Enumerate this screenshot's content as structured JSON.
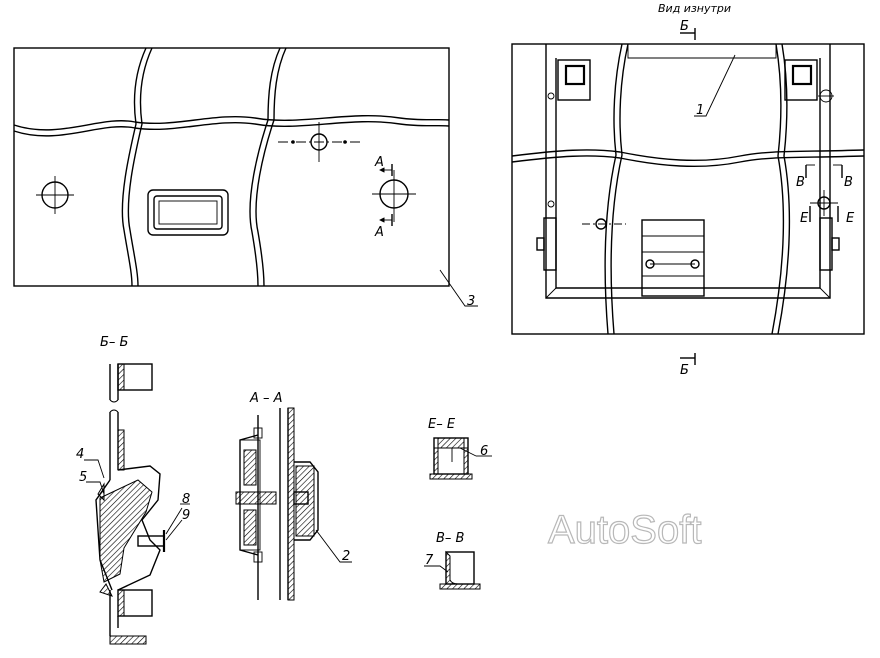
{
  "labels": {
    "view_inside": "Вид изнутри",
    "section_b_top": "Б",
    "section_b_bottom": "Б",
    "section_bb": "Б– Б",
    "section_aa": "А – А",
    "section_ee": "Е– Е",
    "section_vv": "В– В",
    "mark_a_top": "А",
    "mark_a_bottom": "А",
    "mark_v_left": "В",
    "mark_v_right": "В",
    "mark_e_left": "Е",
    "mark_e_right": "Е"
  },
  "callouts": {
    "c1": "1",
    "c2": "2",
    "c3": "3",
    "c4": "4",
    "c5": "5",
    "c6": "6",
    "c7": "7",
    "c8": "8",
    "c9": "9"
  },
  "watermark": "AutoSoft"
}
